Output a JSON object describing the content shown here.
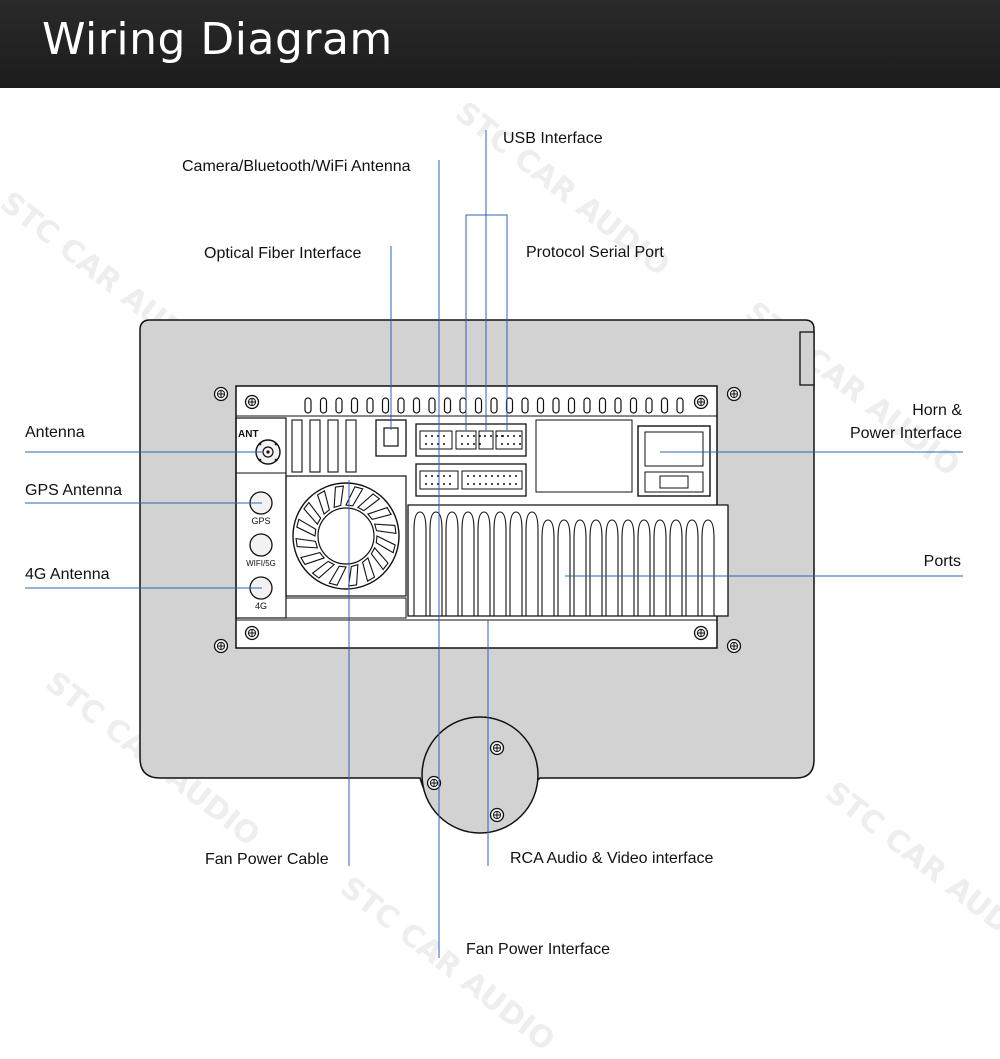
{
  "header": {
    "title": "Wiring Diagram"
  },
  "watermark": "STC CAR AUDIO",
  "device": {
    "ant_label": "ANT",
    "gps_label": "GPS",
    "wifi_label": "WIFI/5G",
    "lte_label": "4G"
  },
  "labels": {
    "usb_interface": "USB Interface",
    "camera_bt_wifi_antenna": "Camera/Bluetooth/WiFi Antenna",
    "optical_fiber_interface": "Optical Fiber Interface",
    "protocol_serial_port": "Protocol Serial Port",
    "antenna": "Antenna",
    "gps_antenna": "GPS Antenna",
    "lte_antenna": "4G Antenna",
    "horn_line1": "Horn &",
    "horn_line2": "Power Interface",
    "ports": "Ports",
    "fan_power_cable": "Fan Power Cable",
    "rca_audio_video": "RCA Audio & Video interface",
    "fan_power_interface": "Fan Power Interface"
  },
  "colors": {
    "header_bg": "#222222",
    "panel_fill": "#d2d2d2",
    "leader_line": "#2d64b4"
  }
}
